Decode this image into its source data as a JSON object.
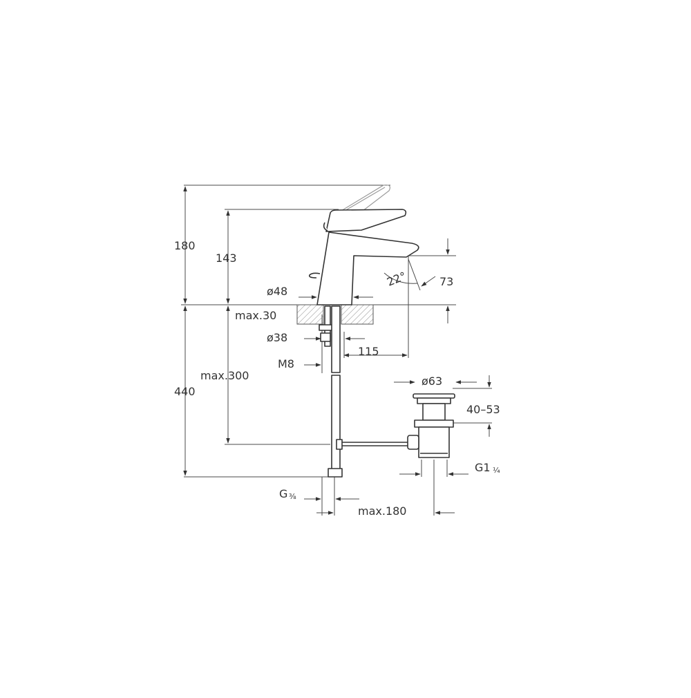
{
  "drawing": {
    "type": "technical-dimension-drawing",
    "dimensions": {
      "total_height": "180",
      "spout_height": "143",
      "spout_tilt": "73",
      "spout_angle": "22°",
      "base_diameter": "ø48",
      "max_deck_thickness": "max.30",
      "hole_diameter": "ø38",
      "spout_reach": "115",
      "rod_thread": "M8",
      "max_hose_length": "max.300",
      "overall_length": "440",
      "waste_head_diameter": "ø63",
      "waste_range": "40–53",
      "waste_thread_main": "G1",
      "waste_thread_frac": "¼",
      "inlet_thread_main": "G",
      "inlet_thread_frac": "⅜",
      "max_offset": "max.180"
    },
    "colors": {
      "line": "#333333",
      "ghost_line": "#9a9a9a",
      "hatch": "#888888",
      "text": "#333333"
    }
  }
}
